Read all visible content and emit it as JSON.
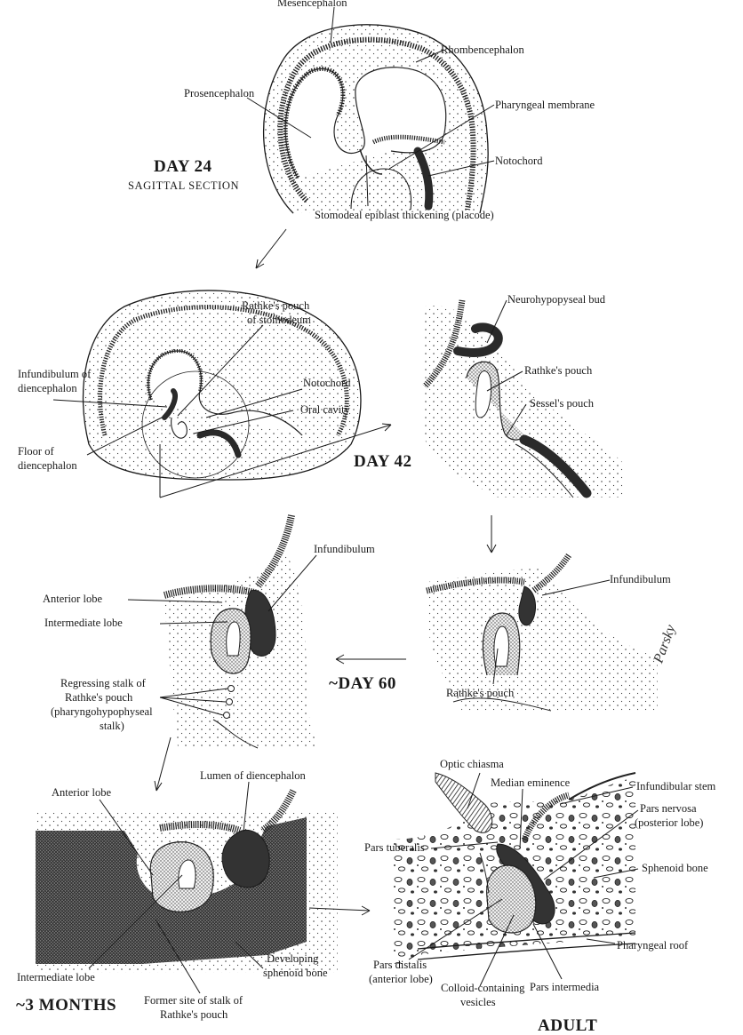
{
  "stages": {
    "day24": {
      "title": "DAY 24",
      "subtitle": "SAGITTAL SECTION"
    },
    "day42": {
      "title": "DAY 42"
    },
    "day60": {
      "title": "~DAY 60"
    },
    "months3": {
      "title": "~3 MONTHS"
    },
    "adult": {
      "title": "ADULT"
    }
  },
  "labels": {
    "day24": {
      "mesencephalon": "Mesencephalon",
      "rhombencephalon": "Rhombencephalon",
      "prosencephalon": "Prosencephalon",
      "pharyngeal_membrane": "Pharyngeal membrane",
      "notochord": "Notochord",
      "placode": "Stomodeal epiblast thickening (placode)"
    },
    "day42": {
      "infundibulum_of": "Infundibulum of",
      "diencephalon": "diencephalon",
      "rathkes_pouch_of": "Rathke's pouch",
      "of_stomodeum": "of stomodeum",
      "notochord": "Notochord",
      "oral_cavity": "Oral cavity",
      "floor_of": "Floor of",
      "floor_diencephalon": "diencephalon",
      "neurohypophyseal_bud": "Neurohypopyseal bud",
      "rathkes_pouch": "Rathke's pouch",
      "sessels_pouch": "Sessel's pouch"
    },
    "day60": {
      "infundibulum_left": "Infundibulum",
      "anterior_lobe": "Anterior lobe",
      "intermediate_lobe": "Intermediate lobe",
      "regressing_1": "Regressing stalk of",
      "regressing_2": "Rathke's pouch",
      "regressing_3": "(pharyngohypophyseal",
      "regressing_4": "stalk)",
      "infundibulum_right": "Infundibulum",
      "rathkes_pouch": "Rathke's pouch"
    },
    "months3": {
      "anterior_lobe": "Anterior lobe",
      "lumen": "Lumen of diencephalon",
      "intermediate_lobe": "Intermediate lobe",
      "former_1": "Former site of stalk of",
      "former_2": "Rathke's pouch",
      "developing_1": "Developing",
      "developing_2": "sphenoid bone"
    },
    "adult": {
      "optic_chiasma": "Optic chiasma",
      "median_eminence": "Median eminence",
      "infundibular_stem": "Infundibular stem",
      "pars_nervosa_1": "Pars nervosa",
      "pars_nervosa_2": "(posterior lobe)",
      "pars_tuberalis": "Pars tuberalis",
      "sphenoid_bone": "Sphenoid bone",
      "pharyngeal_roof": "Pharyngeal roof",
      "pars_distalis_1": "Pars distalis",
      "pars_distalis_2": "(anterior lobe)",
      "colloid_1": "Colloid-containing",
      "colloid_2": "vesicles",
      "pars_intermedia": "Pars intermedia"
    }
  },
  "signature": "Parsky"
}
